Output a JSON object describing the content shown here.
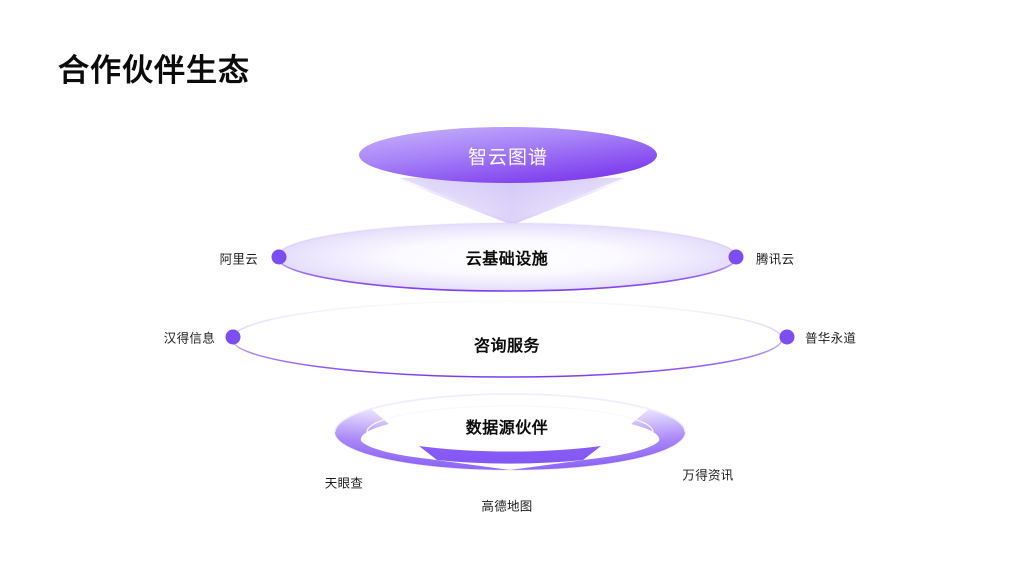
{
  "page": {
    "title": "合作伙伴生态",
    "background_color": "#ffffff"
  },
  "colors": {
    "accent_purple": "#8B5CF6",
    "deep_purple": "#7C3AED",
    "light_lavender": "#C4B5FD",
    "pale_lavender": "#EDE9FE",
    "dot_purple": "#7C4DF0",
    "text_dark": "#0b0b0b",
    "text_body": "#1c1c1c",
    "text_white": "#ffffff"
  },
  "diagram": {
    "type": "funnel-rings",
    "layers": [
      {
        "id": "layer-platform",
        "shape": "filled-ellipse",
        "label": "智云图谱",
        "label_color": "#ffffff",
        "partners": []
      },
      {
        "id": "layer-cloud-infrastructure",
        "shape": "gradient-ellipse",
        "label": "云基础设施",
        "label_color": "#0b0b0b",
        "partners": [
          {
            "name": "阿里云",
            "side": "left",
            "node": "dot"
          },
          {
            "name": "腾讯云",
            "side": "right",
            "node": "dot"
          }
        ]
      },
      {
        "id": "layer-consulting-services",
        "shape": "outline-ellipse",
        "label": "咨询服务",
        "label_color": "#0b0b0b",
        "partners": [
          {
            "name": "汉得信息",
            "side": "left",
            "node": "dot"
          },
          {
            "name": "普华永道",
            "side": "right",
            "node": "dot"
          }
        ]
      },
      {
        "id": "layer-data-source-partners",
        "shape": "segmented-donut",
        "label": "数据源伙伴",
        "label_color": "#0b0b0b",
        "segments": 3,
        "partners": [
          {
            "name": "天眼查",
            "side": "bottom-left",
            "node": "segment"
          },
          {
            "name": "高德地图",
            "side": "bottom",
            "node": "segment"
          },
          {
            "name": "万得资讯",
            "side": "bottom-right",
            "node": "segment"
          }
        ]
      }
    ],
    "connector": {
      "id": "funnel-connector",
      "shape": "downward-chevron"
    }
  }
}
